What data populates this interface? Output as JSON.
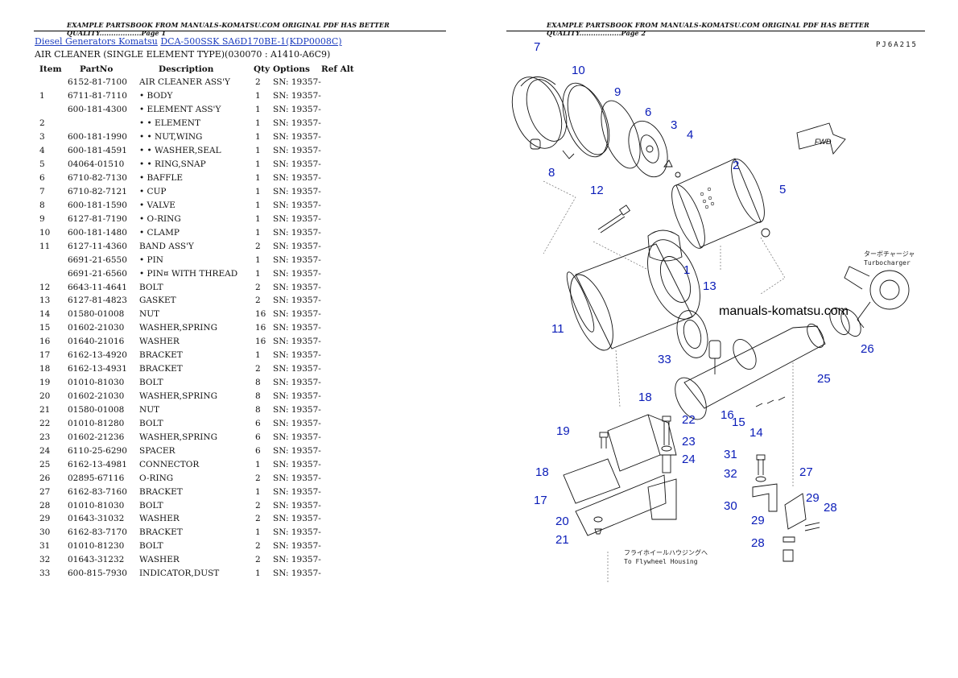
{
  "page1": {
    "header": "EXAMPLE PARTSBOOK FROM MANUALS-KOMATSU.COM ORIGINAL PDF HAS BETTER QUALITY..................Page 1",
    "breadcrumb": {
      "link1": "Diesel Generators Komatsu",
      "link2": "DCA-500SSK SA6D170BE-1(KDP0008C)"
    },
    "subtitle": "AIR CLEANER (SINGLE ELEMENT TYPE)(030070 : A1410-A6C9)",
    "columns": [
      "Item",
      "PartNo",
      "Description",
      "Qty",
      "Options",
      "Ref Alt"
    ],
    "rows": [
      [
        "",
        "6152-81-7100",
        "AIR CLEANER ASS'Y",
        "2",
        "SN: 19357-",
        ""
      ],
      [
        "1",
        "6711-81-7110",
        "• BODY",
        "1",
        "SN: 19357-",
        ""
      ],
      [
        "",
        "600-181-4300",
        "• ELEMENT ASS'Y",
        "1",
        "SN: 19357-",
        ""
      ],
      [
        "2",
        "",
        "• • ELEMENT",
        "1",
        "SN: 19357-",
        ""
      ],
      [
        "3",
        "600-181-1990",
        "• • NUT,WING",
        "1",
        "SN: 19357-",
        ""
      ],
      [
        "4",
        "600-181-4591",
        "• • WASHER,SEAL",
        "1",
        "SN: 19357-",
        ""
      ],
      [
        "5",
        "04064-01510",
        "• • RING,SNAP",
        "1",
        "SN: 19357-",
        ""
      ],
      [
        "6",
        "6710-82-7130",
        "• BAFFLE",
        "1",
        "SN: 19357-",
        ""
      ],
      [
        "7",
        "6710-82-7121",
        "• CUP",
        "1",
        "SN: 19357-",
        ""
      ],
      [
        "8",
        "600-181-1590",
        "• VALVE",
        "1",
        "SN: 19357-",
        ""
      ],
      [
        "9",
        "6127-81-7190",
        "• O-RING",
        "1",
        "SN: 19357-",
        ""
      ],
      [
        "10",
        "600-181-1480",
        "• CLAMP",
        "1",
        "SN: 19357-",
        ""
      ],
      [
        "11",
        "6127-11-4360",
        "BAND ASS'Y",
        "2",
        "SN: 19357-",
        ""
      ],
      [
        "",
        "6691-21-6550",
        "• PIN",
        "1",
        "SN: 19357-",
        ""
      ],
      [
        "",
        "6691-21-6560",
        "• PIN¤ WITH THREAD",
        "1",
        "SN: 19357-",
        ""
      ],
      [
        "12",
        "6643-11-4641",
        "BOLT",
        "2",
        "SN: 19357-",
        ""
      ],
      [
        "13",
        "6127-81-4823",
        "GASKET",
        "2",
        "SN: 19357-",
        ""
      ],
      [
        "14",
        "01580-01008",
        "NUT",
        "16",
        "SN: 19357-",
        ""
      ],
      [
        "15",
        "01602-21030",
        "WASHER,SPRING",
        "16",
        "SN: 19357-",
        ""
      ],
      [
        "16",
        "01640-21016",
        "WASHER",
        "16",
        "SN: 19357-",
        ""
      ],
      [
        "17",
        "6162-13-4920",
        "BRACKET",
        "1",
        "SN: 19357-",
        ""
      ],
      [
        "18",
        "6162-13-4931",
        "BRACKET",
        "2",
        "SN: 19357-",
        ""
      ],
      [
        "19",
        "01010-81030",
        "BOLT",
        "8",
        "SN: 19357-",
        ""
      ],
      [
        "20",
        "01602-21030",
        "WASHER,SPRING",
        "8",
        "SN: 19357-",
        ""
      ],
      [
        "21",
        "01580-01008",
        "NUT",
        "8",
        "SN: 19357-",
        ""
      ],
      [
        "22",
        "01010-81280",
        "BOLT",
        "6",
        "SN: 19357-",
        ""
      ],
      [
        "23",
        "01602-21236",
        "WASHER,SPRING",
        "6",
        "SN: 19357-",
        ""
      ],
      [
        "24",
        "6110-25-6290",
        "SPACER",
        "6",
        "SN: 19357-",
        ""
      ],
      [
        "25",
        "6162-13-4981",
        "CONNECTOR",
        "1",
        "SN: 19357-",
        ""
      ],
      [
        "26",
        "02895-67116",
        "O-RING",
        "2",
        "SN: 19357-",
        ""
      ],
      [
        "27",
        "6162-83-7160",
        "BRACKET",
        "1",
        "SN: 19357-",
        ""
      ],
      [
        "28",
        "01010-81030",
        "BOLT",
        "2",
        "SN: 19357-",
        ""
      ],
      [
        "29",
        "01643-31032",
        "WASHER",
        "2",
        "SN: 19357-",
        ""
      ],
      [
        "30",
        "6162-83-7170",
        "BRACKET",
        "1",
        "SN: 19357-",
        ""
      ],
      [
        "31",
        "01010-81230",
        "BOLT",
        "2",
        "SN: 19357-",
        ""
      ],
      [
        "32",
        "01643-31232",
        "WASHER",
        "2",
        "SN: 19357-",
        ""
      ],
      [
        "33",
        "600-815-7930",
        "INDICATOR,DUST",
        "1",
        "SN: 19357-",
        ""
      ]
    ]
  },
  "page2": {
    "header": "EXAMPLE PARTSBOOK FROM MANUALS-KOMATSU.COM ORIGINAL PDF HAS BETTER QUALITY..................Page 2",
    "diagram_code": "PJ6A215",
    "watermark": "manuals-komatsu.com",
    "fwd_label": "FWD",
    "turbo_jp": "ターボチャージャ",
    "turbo_en": "Turbocharger",
    "flywheel_jp": "フライホイールハウジングへ",
    "flywheel_en": "To Flywheel Housing",
    "callouts": [
      "7",
      "10",
      "9",
      "6",
      "3",
      "4",
      "8",
      "2",
      "12",
      "5",
      "1",
      "13",
      "11",
      "33",
      "25",
      "26",
      "16",
      "15",
      "14",
      "18",
      "22",
      "19",
      "23",
      "24",
      "18",
      "17",
      "20",
      "21",
      "31",
      "32",
      "27",
      "30",
      "29",
      "29",
      "28",
      "28"
    ]
  }
}
